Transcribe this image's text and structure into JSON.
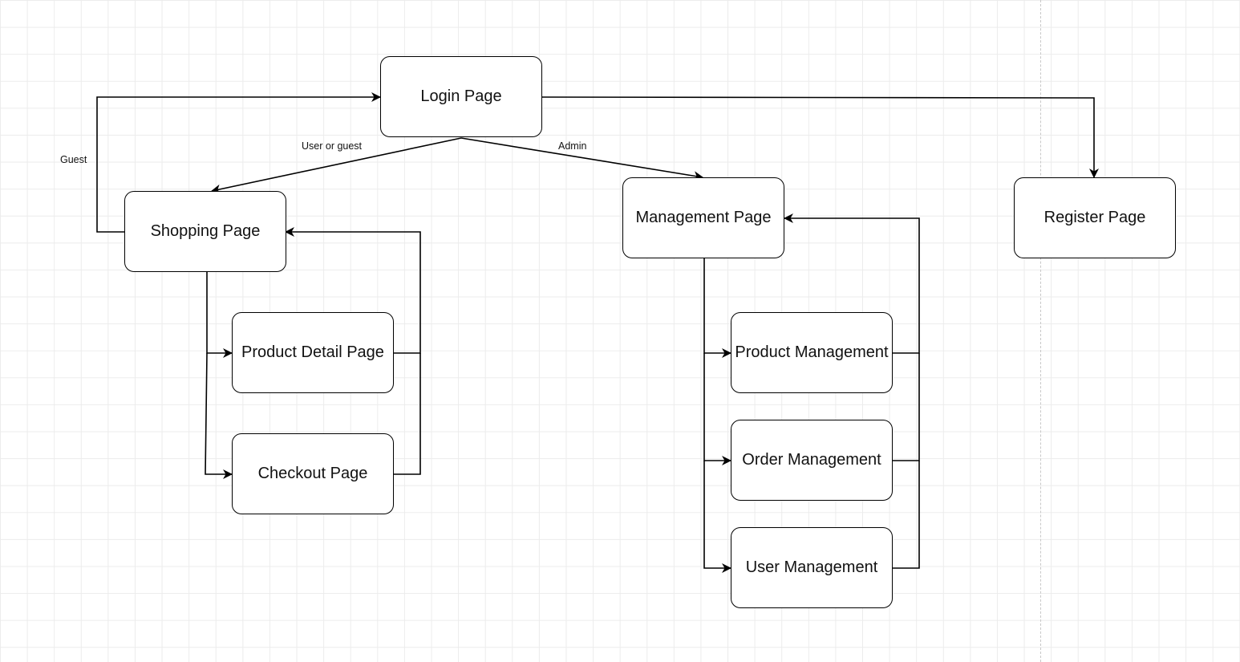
{
  "nodes": {
    "login": {
      "label": "Login Page"
    },
    "shopping": {
      "label": "Shopping Page"
    },
    "management": {
      "label": "Management Page"
    },
    "register": {
      "label": "Register Page"
    },
    "product_detail": {
      "label": "Product Detail Page"
    },
    "checkout": {
      "label": "Checkout Page"
    },
    "product_management": {
      "label": "Product Management"
    },
    "order_management": {
      "label": "Order Management"
    },
    "user_management": {
      "label": "User Management"
    }
  },
  "edge_labels": {
    "guest": "Guest",
    "user_or_guest": "User or guest",
    "admin": "Admin"
  },
  "edges": [
    {
      "from": "login",
      "to": "shopping",
      "label": "User or guest"
    },
    {
      "from": "login",
      "to": "management",
      "label": "Admin"
    },
    {
      "from": "login",
      "to": "register",
      "label": ""
    },
    {
      "from": "shopping",
      "to": "login",
      "label": "Guest"
    },
    {
      "from": "shopping",
      "to": "product_detail",
      "label": ""
    },
    {
      "from": "shopping",
      "to": "checkout",
      "label": ""
    },
    {
      "from": "product_detail",
      "to": "shopping",
      "label": ""
    },
    {
      "from": "checkout",
      "to": "shopping",
      "label": ""
    },
    {
      "from": "management",
      "to": "product_management",
      "label": ""
    },
    {
      "from": "management",
      "to": "order_management",
      "label": ""
    },
    {
      "from": "management",
      "to": "user_management",
      "label": ""
    },
    {
      "from": "product_management",
      "to": "management",
      "label": ""
    },
    {
      "from": "order_management",
      "to": "management",
      "label": ""
    },
    {
      "from": "user_management",
      "to": "management",
      "label": ""
    }
  ],
  "colors": {
    "stroke": "#000000",
    "node_fill": "#ffffff",
    "grid": "#ececec"
  }
}
